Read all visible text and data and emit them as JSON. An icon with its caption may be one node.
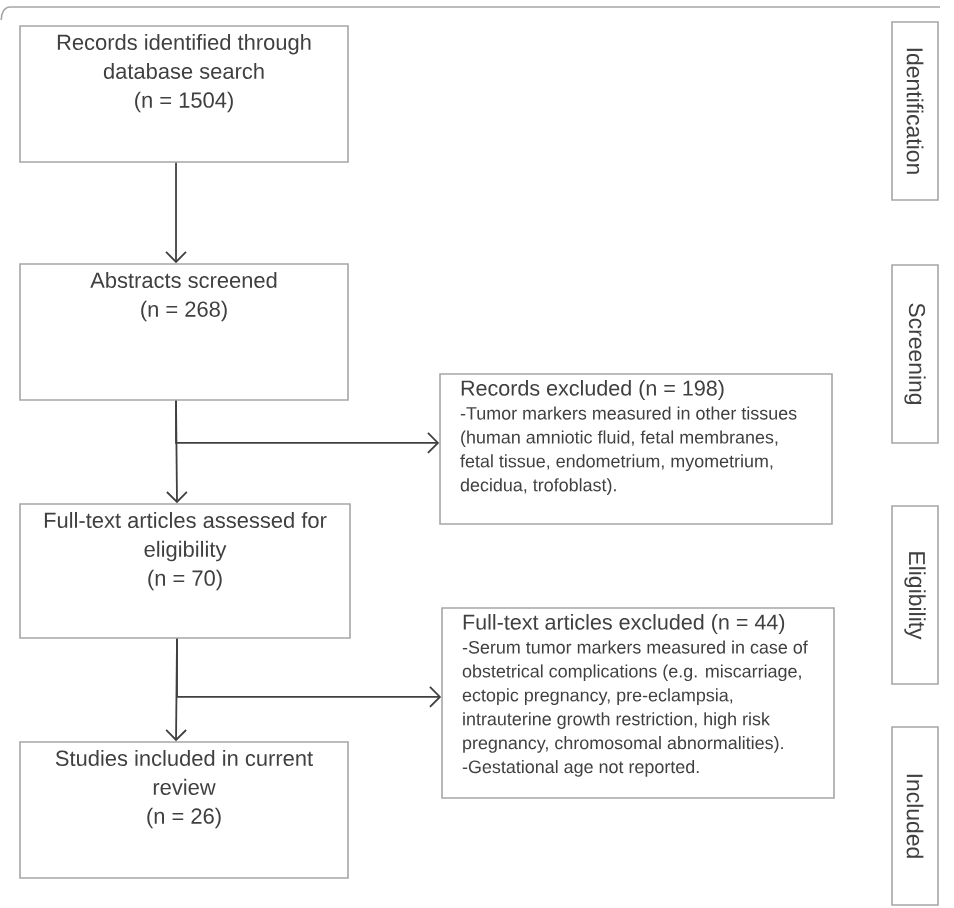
{
  "diagram": {
    "nodes": [
      {
        "text": [
          "Records identified through database search",
          "(n = 1504)"
        ]
      },
      {
        "text": [
          "Abstracts screened",
          "(n = 268)"
        ]
      },
      {
        "text": [
          "Full-text articles assessed for eligibility",
          "(n = 70)"
        ]
      },
      {
        "text": [
          "Studies included in current review",
          "(n = 26)"
        ]
      },
      {
        "text": [
          "Records excluded (n = 198)",
          "-Tumor markers measured in other tissues (human amniotic fluid, fetal membranes, fetal tissue, endometrium, myometrium, decidua, trofoblast)."
        ]
      },
      {
        "text": [
          "Full-text articles excluded (n = 44)",
          "-Serum tumor markers measured in case of obstetrical complications (e.g. miscarriage, ectopic pregnancy, pre-eclampsia, intrauterine growth restriction, high risk pregnancy, chromosomal abnormalities).",
          "-Gestational age not reported."
        ]
      },
      {
        "text": [
          "Identification"
        ]
      },
      {
        "text": [
          "Screening"
        ]
      },
      {
        "text": [
          "Eligibility"
        ]
      },
      {
        "text": [
          "Included"
        ]
      }
    ],
    "edges": [
      {
        "from": 0,
        "to": 1,
        "arrow": "to"
      },
      {
        "from": 1,
        "to": 2,
        "arrow": "to"
      },
      {
        "from": 1,
        "to": 4,
        "arrow": "to"
      },
      {
        "from": 2,
        "to": 3,
        "arrow": "to"
      },
      {
        "from": 2,
        "to": 5,
        "arrow": "to"
      }
    ]
  }
}
